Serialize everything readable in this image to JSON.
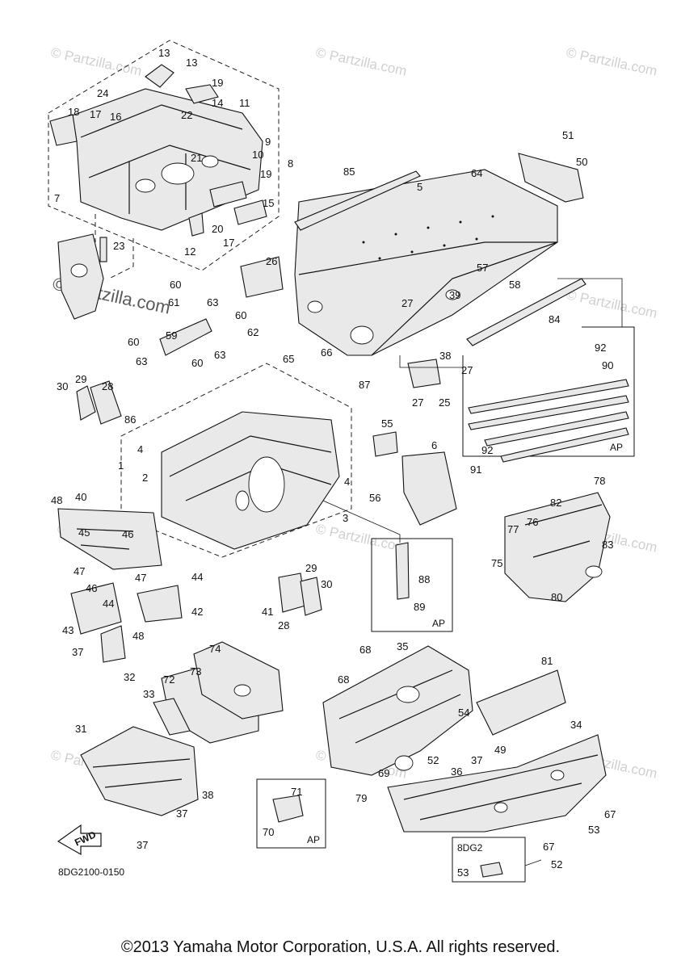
{
  "watermarks": {
    "faint": "© Partzilla.com",
    "strong": "© Partzilla.com"
  },
  "labels": {
    "c1": "1",
    "c2": "2",
    "c3": "3",
    "c4a": "4",
    "c4b": "4",
    "c5": "5",
    "c6": "6",
    "c7": "7",
    "c8": "8",
    "c9": "9",
    "c10": "10",
    "c11": "11",
    "c12": "12",
    "c13a": "13",
    "c13b": "13",
    "c14": "14",
    "c15": "15",
    "c16": "16",
    "c17a": "17",
    "c17b": "17",
    "c18": "18",
    "c19a": "19",
    "c19b": "19",
    "c20": "20",
    "c21": "21",
    "c22": "22",
    "c23": "23",
    "c24": "24",
    "c25": "25",
    "c26": "26",
    "c27a": "27",
    "c27b": "27",
    "c27c": "27",
    "c28a": "28",
    "c28b": "28",
    "c29a": "29",
    "c29b": "29",
    "c30a": "30",
    "c30b": "30",
    "c31": "31",
    "c32": "32",
    "c33": "33",
    "c34": "34",
    "c35": "35",
    "c36": "36",
    "c37a": "37",
    "c37b": "37",
    "c37c": "37",
    "c37d": "37",
    "c38a": "38",
    "c38b": "38",
    "c39": "39",
    "c40": "40",
    "c41": "41",
    "c42": "42",
    "c43": "43",
    "c44a": "44",
    "c44b": "44",
    "c45": "45",
    "c46a": "46",
    "c46b": "46",
    "c47a": "47",
    "c47b": "47",
    "c48a": "48",
    "c48b": "48",
    "c49": "49",
    "c50": "50",
    "c51": "51",
    "c52a": "52",
    "c52b": "52",
    "c53a": "53",
    "c53b": "53",
    "c54": "54",
    "c55": "55",
    "c56": "56",
    "c57": "57",
    "c58": "58",
    "c59": "59",
    "c60a": "60",
    "c60b": "60",
    "c60c": "60",
    "c60d": "60",
    "c61": "61",
    "c62": "62",
    "c63a": "63",
    "c63b": "63",
    "c63c": "63",
    "c64": "64",
    "c65": "65",
    "c66": "66",
    "c67a": "67",
    "c67b": "67",
    "c68a": "68",
    "c68b": "68",
    "c69": "69",
    "c70": "70",
    "c71": "71",
    "c72": "72",
    "c73": "73",
    "c74": "74",
    "c75": "75",
    "c76": "76",
    "c77": "77",
    "c78": "78",
    "c79": "79",
    "c80": "80",
    "c81": "81",
    "c82": "82",
    "c83": "83",
    "c84": "84",
    "c85": "85",
    "c86": "86",
    "c87": "87",
    "c88": "88",
    "c89": "89",
    "c90": "90",
    "c91": "91",
    "c92a": "92",
    "c92b": "92"
  },
  "tags": {
    "ap1": "AP",
    "ap2": "AP",
    "ap3": "AP",
    "variant": "8DG2",
    "fwd": "FWD"
  },
  "doc_code": "8DG2100-0150",
  "copyright": "©2013 Yamaha Motor Corporation, U.S.A. All rights reserved."
}
